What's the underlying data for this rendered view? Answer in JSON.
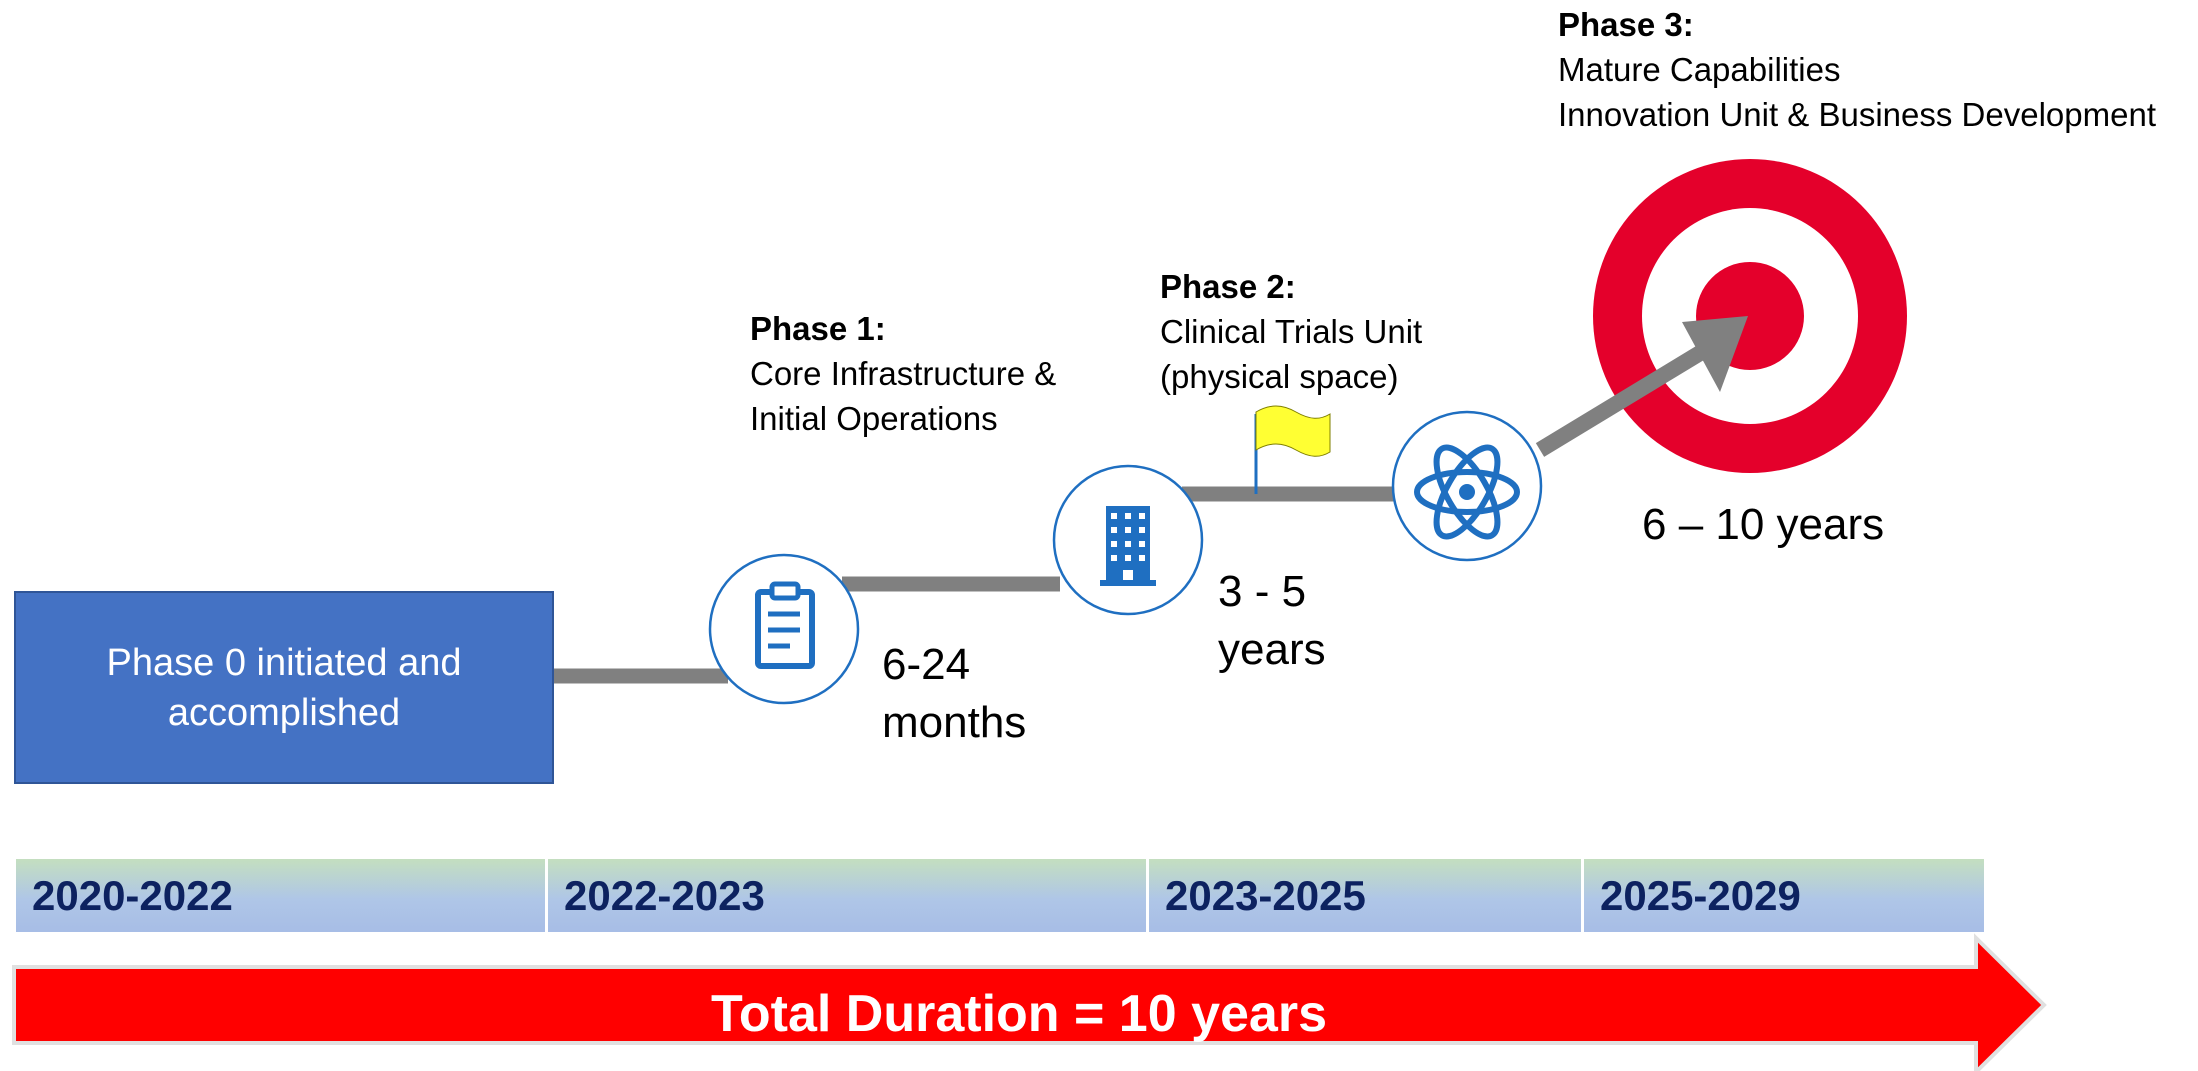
{
  "phase0": {
    "label": "Phase 0 initiated and accomplished"
  },
  "phase1": {
    "title": "Phase 1:",
    "lines": [
      "Core Infrastructure &",
      "Initial Operations"
    ],
    "duration_lines": [
      "6-24",
      "months"
    ]
  },
  "phase2": {
    "title": "Phase 2:",
    "lines": [
      "Clinical Trials Unit",
      "(physical space)"
    ],
    "duration_lines": [
      "3 - 5",
      "years"
    ]
  },
  "phase3": {
    "title": "Phase 3:",
    "lines": [
      "Mature Capabilities",
      "Innovation Unit & Business Development"
    ],
    "duration": "6 – 10 years"
  },
  "years": [
    "2020-2022",
    "2022-2023",
    "2023-2025",
    "2025-2029"
  ],
  "total": "Total Duration = 10 years",
  "icons": [
    "clipboard-icon",
    "building-icon",
    "flag-icon",
    "atom-icon",
    "target-icon"
  ],
  "colors": {
    "phase0_fill": "#4472c4",
    "icon_blue": "#1f6fc1",
    "connector": "#808080",
    "target_red": "#e4002b",
    "flag_yellow": "#ffff33",
    "year_text": "#0d2260",
    "arrow_red": "#ff0000"
  }
}
